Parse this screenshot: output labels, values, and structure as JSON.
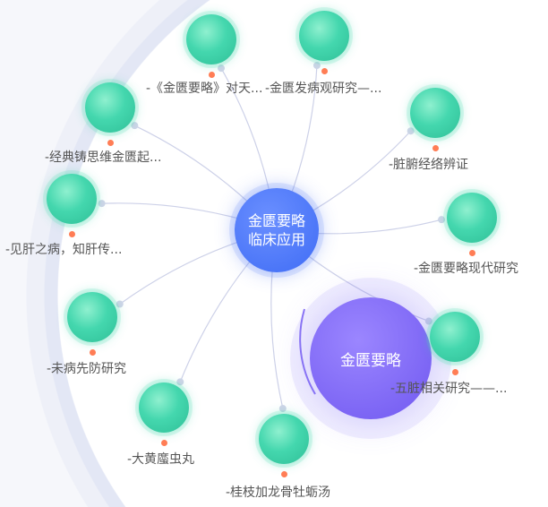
{
  "center_node": {
    "line1": "金匮要略",
    "line2": "临床应用"
  },
  "focus_node": {
    "label": "金匮要略"
  },
  "nodes": [
    {
      "label": "-《金匮要略》对天..."
    },
    {
      "label": "-金匮发病观研究—..."
    },
    {
      "label": "-经典铸思维金匮起..."
    },
    {
      "label": "-脏腑经络辨证"
    },
    {
      "label": "-见肝之病，知肝传..."
    },
    {
      "label": "-金匮要略现代研究"
    },
    {
      "label": "-未病先防研究"
    },
    {
      "label": "-五脏相关研究——..."
    },
    {
      "label": "-大黄䗪虫丸"
    },
    {
      "label": "-桂枝加龙骨牡蛎汤"
    }
  ],
  "colors": {
    "leaf": "#44d7ae",
    "center": "#4f79f7",
    "focus": "#7d66f3",
    "dot": "#ff7d55",
    "edge": "#c9cde6"
  }
}
